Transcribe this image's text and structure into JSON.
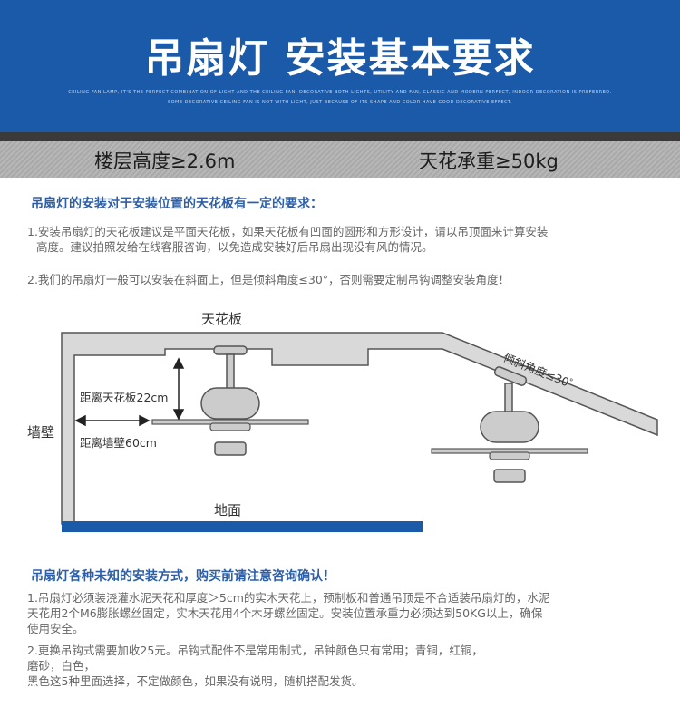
{
  "header": {
    "title": "吊扇灯 安装基本要求",
    "subtitle_line1": "CEILING FAN LAMP, IT'S THE PERFECT COMBINATION OF LIGHT AND THE CEILING FAN, DECORATIVE BOTH LIGHTS, UTILITY AND FAN, CLASSIC AND MODERN PERFECT, INDOOR DECORATION IS PREFERRED.",
    "subtitle_line2": "SOME DECORATIVE CEILING FAN IS NOT WITH LIGHT, JUST BECAUSE OF ITS SHAPE AND COLOR HAVE GOOD DECORATIVE EFFECT."
  },
  "specs": {
    "floor_height": "楼层高度≥2.6m",
    "ceiling_load": "天花承重≥50kg"
  },
  "section1": {
    "heading": "吊扇灯的安装对于安装位置的天花板有一定的要求：",
    "item1_line1": "1.安装吊扇灯的天花板建议是平面天花板，如果天花板有凹面的圆形和方形设计，请以吊顶面来计算安装",
    "item1_line2": "高度。建议拍照发给在线客服咨询，以免造成安装好后吊扇出现没有风的情况。",
    "item2": "2.我们的吊扇灯一般可以安装在斜面上，但是倾斜角度≤30°，否则需要定制吊钩调整安装角度！"
  },
  "diagram": {
    "ceiling_label": "天花板",
    "wall_label": "墙壁",
    "floor_label": "地面",
    "ceiling_distance": "距离天花板22cm",
    "wall_distance": "距离墙壁60cm",
    "slope_label": "倾斜角度≤30゜",
    "colors": {
      "wall": "#d9d9d9",
      "outline": "#555555",
      "floor": "#1a5aa8",
      "fan": "#cccccc",
      "fan_dark": "#555555"
    }
  },
  "section2": {
    "heading": "吊扇灯各种未知的安装方式，购买前请注意咨询确认！",
    "item1_line1": "1.吊扇灯必须装浇灌水泥天花和厚度＞5cm的实木天花上，预制板和普通吊顶是不合适装吊扇灯的，水泥",
    "item1_line2": "天花用2个M6膨胀螺丝固定，实木天花用4个木牙螺丝固定。安装位置承重力必须达到50KG以上，确保",
    "item1_line3": "使用安全。",
    "item2_line1": "2.更换吊钩式需要加收25元。吊钩式配件不是常用制式，吊钟颜色只有常用；青铜，红铜，",
    "item2_line2": "磨砂，白色，",
    "item2_line3": "黑色这5种里面选择，不定做颜色，如果没有说明，随机搭配发货。"
  }
}
